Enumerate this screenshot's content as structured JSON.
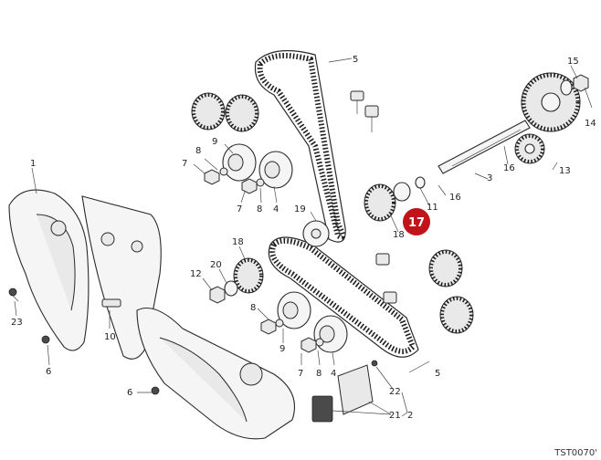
{
  "callouts": {
    "c1": "1",
    "c2": "2",
    "c3": "3",
    "c4a": "4",
    "c4b": "4",
    "c5a": "5",
    "c5b": "5",
    "c6a": "6",
    "c6b": "6",
    "c7a": "7",
    "c7b": "7",
    "c7c": "7",
    "c8a": "8",
    "c8b": "8",
    "c8c": "8",
    "c8d": "8",
    "c9a": "9",
    "c9b": "9",
    "c10": "10",
    "c11": "11",
    "c12": "12",
    "c13": "13",
    "c14": "14",
    "c15": "15",
    "c16a": "16",
    "c16b": "16",
    "c18a": "18",
    "c18b": "18",
    "c19": "19",
    "c20": "20",
    "c21": "21",
    "c22": "22",
    "c23": "23"
  },
  "highlight_badge": "17",
  "colors": {
    "badge": "#c0141b",
    "line": "#2a2a2a"
  },
  "footer_code": "TST0070'"
}
